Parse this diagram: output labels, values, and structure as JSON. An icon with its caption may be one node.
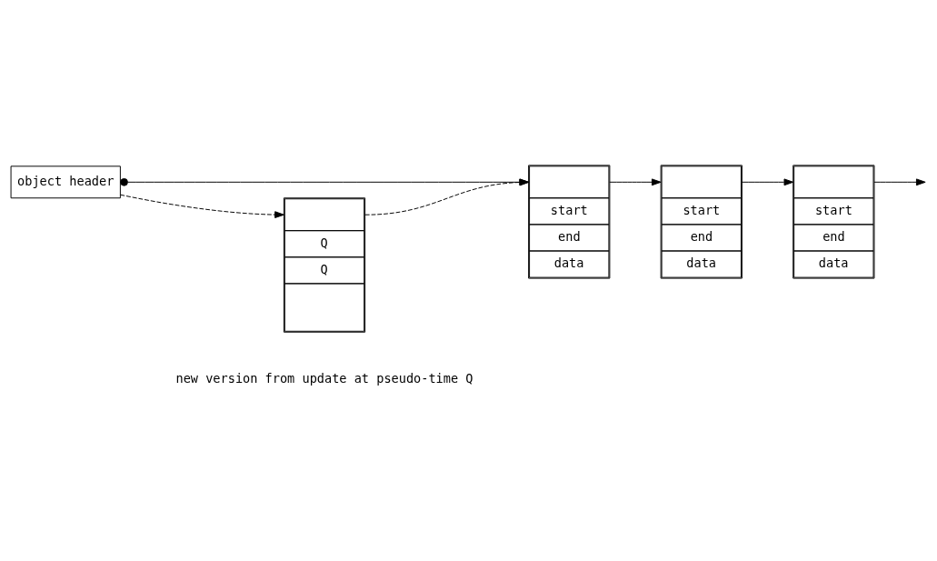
{
  "diagram": {
    "nodes": [
      {
        "text": [
          "object header"
        ]
      },
      {
        "text": [
          "start",
          "end",
          "data"
        ]
      },
      {
        "text": [
          "start",
          "end",
          "data"
        ]
      },
      {
        "text": [
          "start",
          "end",
          "data"
        ]
      },
      {
        "text": [
          "Q",
          "Q"
        ],
        "beside": [
          "new version from update at pseudo-time Q"
        ]
      }
    ],
    "edges": [
      {
        "from": 0,
        "to": 1,
        "arrow": "to"
      },
      {
        "from": 0,
        "to": 4,
        "arrow": "to",
        "style": "dashed"
      },
      {
        "from": 4,
        "to": 1,
        "arrow": "to",
        "style": "dashed"
      },
      {
        "from": 1,
        "to": 2,
        "arrow": "to"
      },
      {
        "from": 2,
        "to": 3,
        "arrow": "to"
      },
      {
        "from": 3,
        "to": null,
        "arrow": "to"
      }
    ]
  }
}
